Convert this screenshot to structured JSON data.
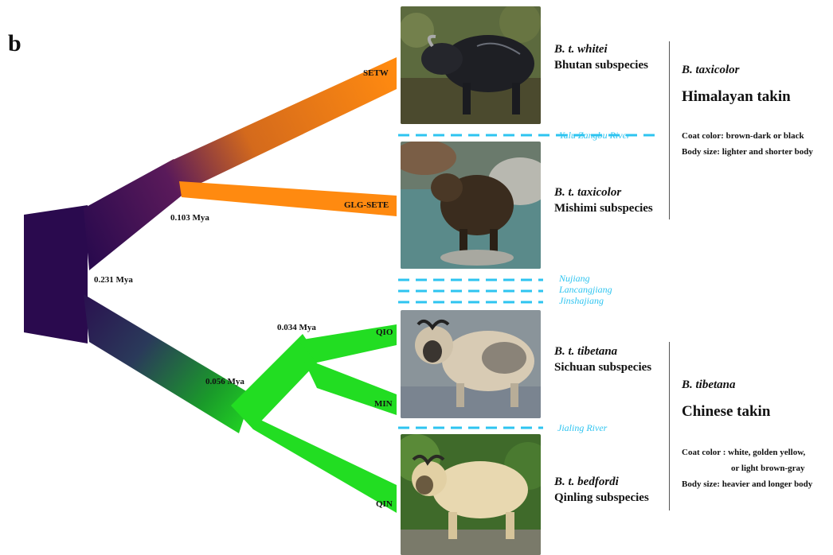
{
  "panel_label": "b",
  "tree": {
    "nodes": [
      "0.231 Mya",
      "0.103 Mya",
      "0.056 Mya",
      "0.034 Mya"
    ],
    "tips": [
      "SETW",
      "GLG-SETE",
      "QIO",
      "MIN",
      "QIN"
    ]
  },
  "rivers": {
    "yalu": "Yalu Zangbu River",
    "nujiang": "Nujiang",
    "lancangjiang": "Lancangjiang",
    "jinshajiang": "Jinshajiang",
    "jialing": "Jialing River"
  },
  "subspecies": [
    {
      "scientific": "B. t. whitei",
      "common": "Bhutan subspecies"
    },
    {
      "scientific": "B. t. taxicolor",
      "common": "Mishimi subspecies"
    },
    {
      "scientific": "B. t. tibetana",
      "common": "Sichuan subspecies"
    },
    {
      "scientific": "B. t. bedfordi",
      "common": "Qinling subspecies"
    }
  ],
  "species": [
    {
      "scientific": "B. taxicolor",
      "common": "Himalayan takin",
      "coat": "Coat color: brown-dark or black",
      "body": "Body size: lighter and shorter body"
    },
    {
      "scientific": "B. tibetana",
      "common": "Chinese takin",
      "coat_line1": "Coat color : white, golden yellow,",
      "coat_line2": "or light brown-gray",
      "body": "Body size: heavier and longer body"
    }
  ],
  "colors": {
    "root": "#2a0a4e",
    "himalayan_branch": "#ff8a10",
    "chinese_branch": "#22dd22",
    "river_line": "#2ec4f0"
  },
  "icons": [
    "takin-photo-bhutan",
    "takin-photo-mishimi",
    "takin-photo-sichuan",
    "takin-photo-qinling"
  ]
}
